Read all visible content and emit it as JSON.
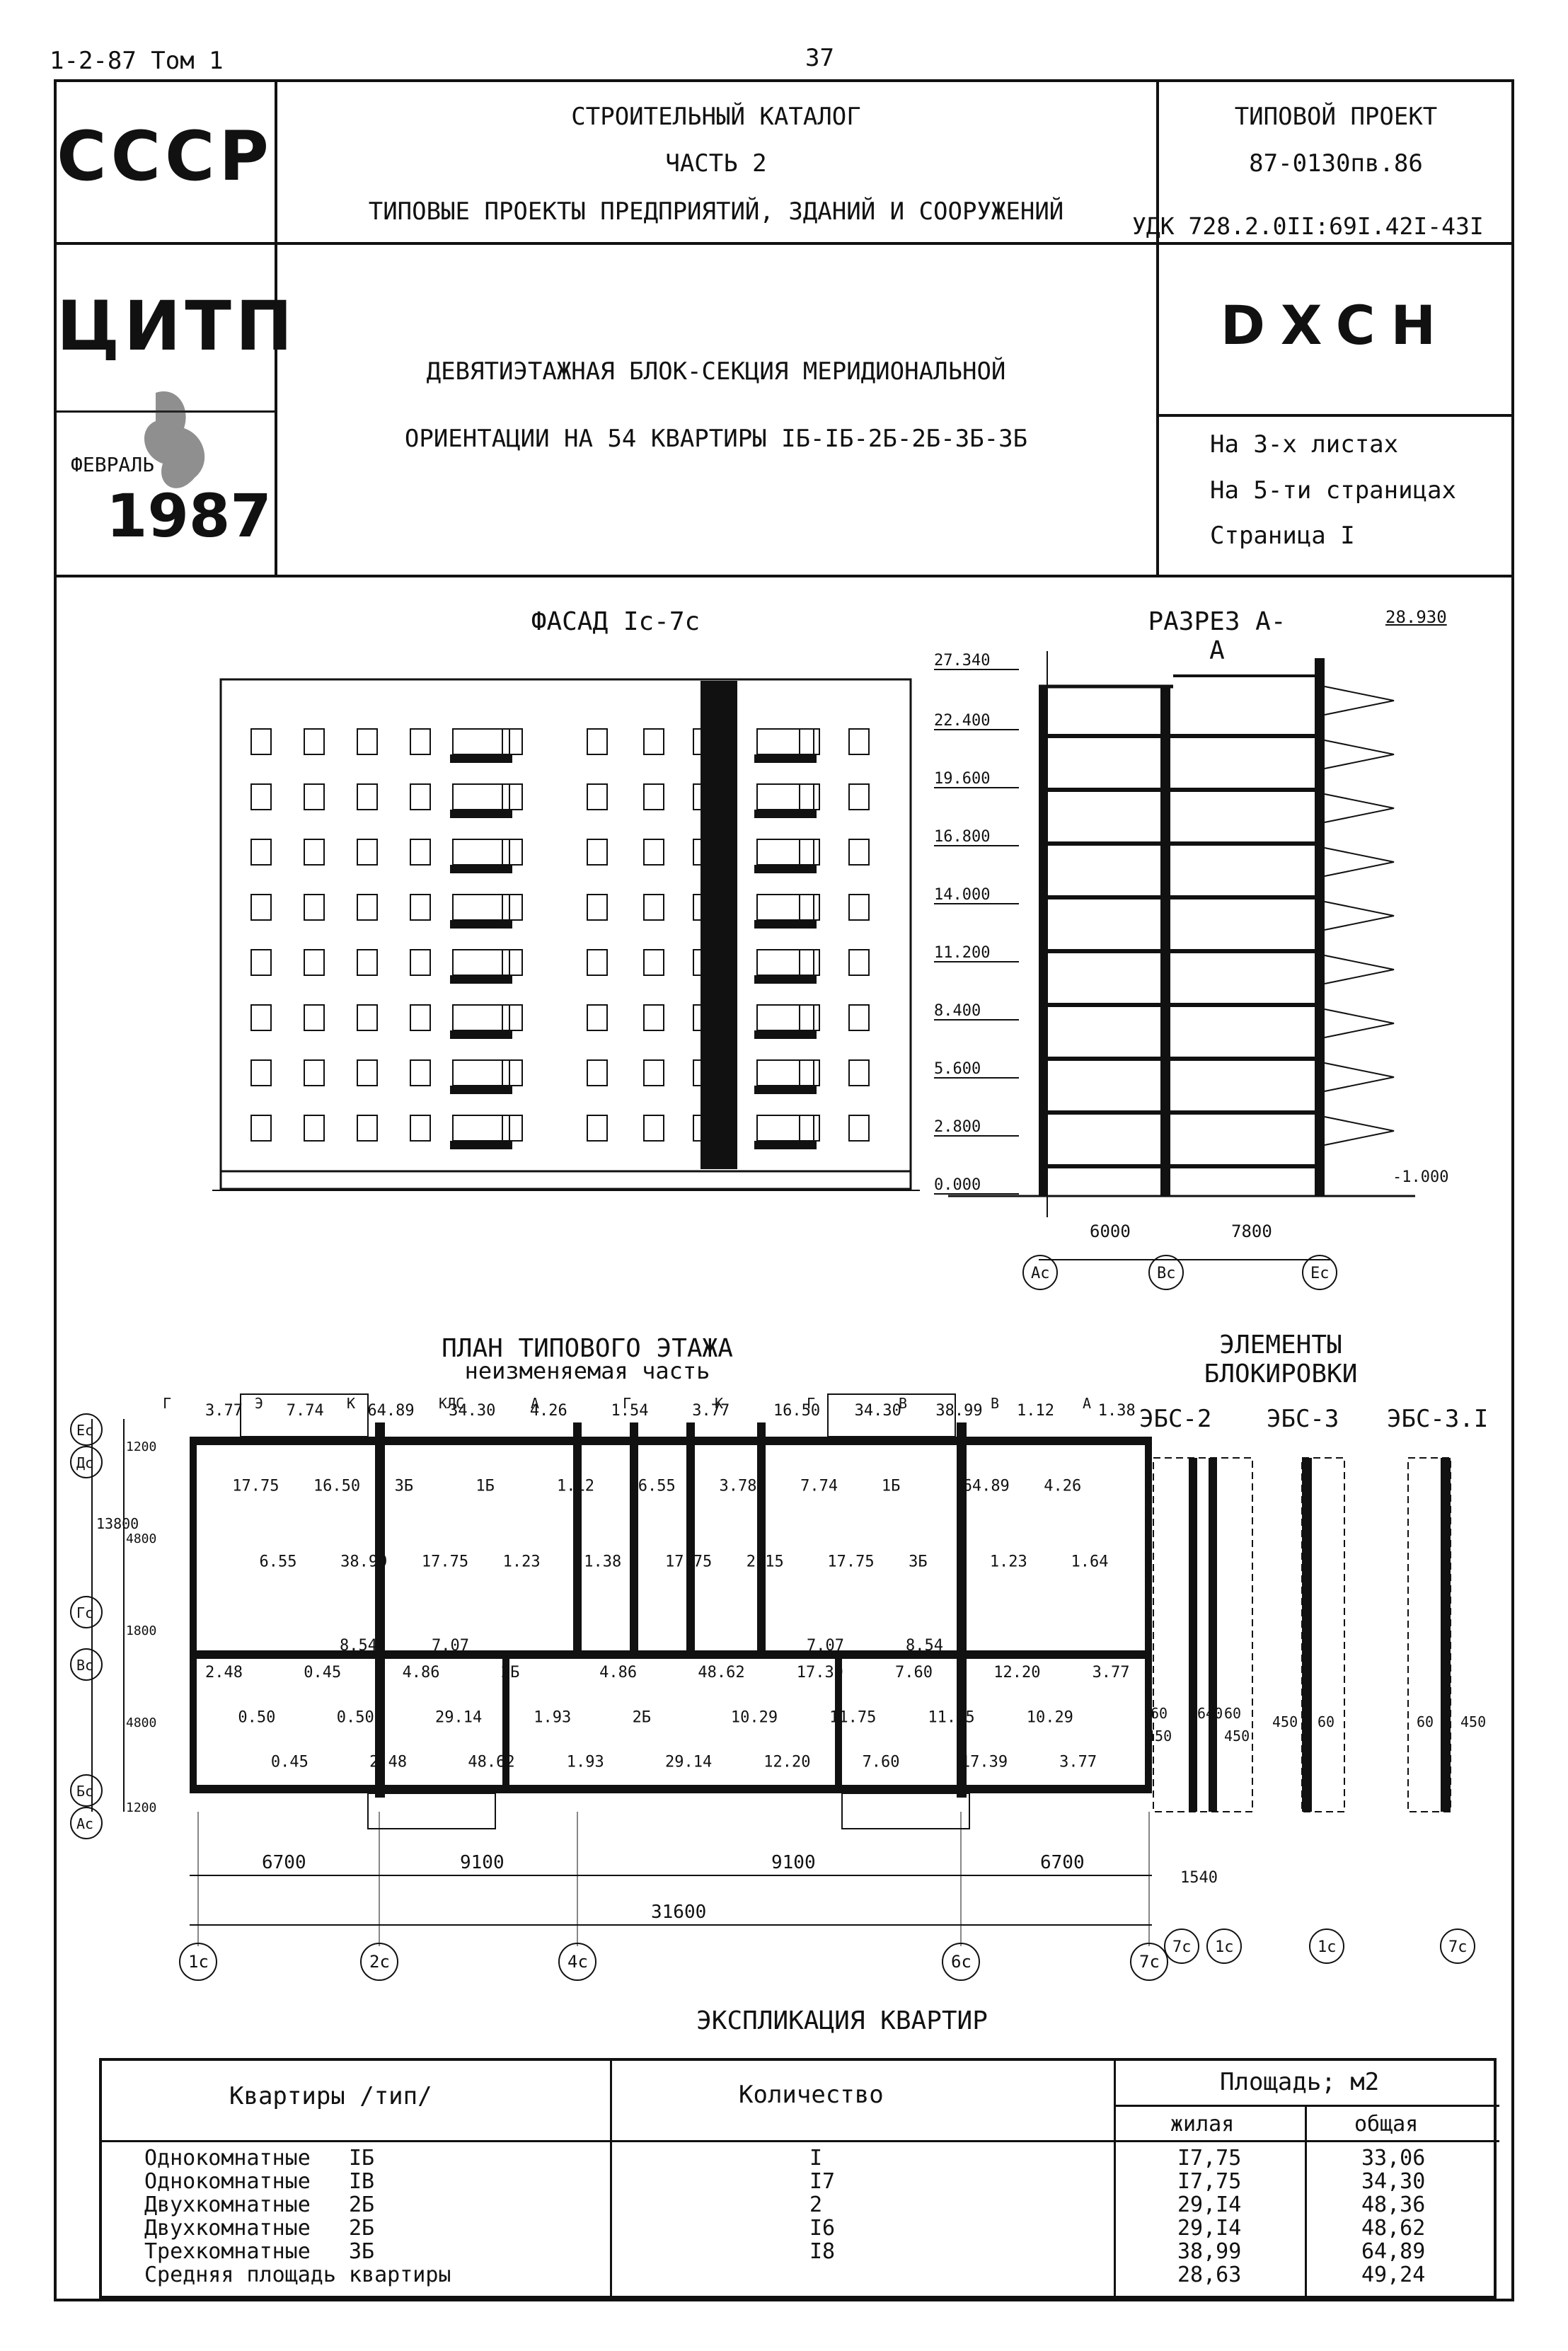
{
  "top": {
    "ref": "1-2-87 Том 1",
    "page": "37"
  },
  "header": {
    "left_top": "СССР",
    "left_middle": "ЦИТП",
    "month": "ФЕВРАЛЬ",
    "year": "1987",
    "catalog_lines": [
      "СТРОИТЕЛЬНЫЙ КАТАЛОГ",
      "ЧАСТЬ 2",
      "ТИПОВЫЕ ПРОЕКТЫ ПРЕДПРИЯТИЙ, ЗДАНИЙ И СООРУЖЕНИЙ"
    ],
    "project_lines": [
      "ТИПОВОЙ ПРОЕКТ",
      "87-0130пв.86"
    ],
    "udk": "УДК 728.2.0II:69I.42I-43I",
    "title_lines": [
      "ДЕВЯТИЭТАЖНАЯ БЛОК-СЕКЦИЯ МЕРИДИОНАЛЬНОЙ",
      "ОРИЕНТАЦИИ НА 54 КВАРТИРЫ IБ-IБ-2Б-2Б-3Б-3Б"
    ],
    "code": "DXCH",
    "sheet_info": [
      "На 3-х листах",
      "На 5-ти страницах",
      "Страница I"
    ]
  },
  "facade": {
    "title": "ФАСАД Iс-7с"
  },
  "section": {
    "title": "РАЗРЕЗ А-А",
    "top_mark": "28.930",
    "marks": [
      "27.340",
      "22.400",
      "19.600",
      "16.800",
      "14.000",
      "11.200",
      "8.400",
      "5.600",
      "2.800",
      "0.000"
    ],
    "bottom_mark": "-1.000",
    "spans": [
      "6000",
      "7800"
    ],
    "axes": [
      "Ас",
      "Вс",
      "Ес"
    ]
  },
  "plan": {
    "title": "ПЛАН ТИПОВОГО ЭТАЖА",
    "subtitle": "неизменяемая часть",
    "row_axes": [
      "Ес",
      "Дс",
      "Гс",
      "Вс",
      "Бс",
      "Ас"
    ],
    "row_dims": [
      "1200",
      "4800",
      "1800",
      "4800",
      "1200"
    ],
    "total_dim": "13800",
    "col_axes": [
      "1с",
      "2с",
      "4с",
      "6с",
      "7с"
    ],
    "col_dims": [
      "6700",
      "9100",
      "9100",
      "6700"
    ],
    "overall": "31600",
    "areas_upper": [
      "3.77",
      "17.75",
      "6.55",
      "7.74",
      "16.50",
      "38.99",
      "64.89",
      "3Б",
      "17.75",
      "34.30",
      "1Б",
      "1.23",
      "4.26",
      "1.12",
      "1.38",
      "1.54",
      "6.55",
      "17.75",
      "3.77",
      "3.78",
      "2.15",
      "16.50",
      "7.74",
      "17.75",
      "34.30",
      "1Б",
      "3Б",
      "38.99",
      "64.89",
      "1.23",
      "1.12",
      "4.26",
      "1.64",
      "1.38"
    ],
    "areas_mid": [
      "8.54",
      "7.07",
      "7.07",
      "8.54"
    ],
    "areas_lower": [
      "2.48",
      "0.50",
      "0.45",
      "0.45",
      "0.50",
      "2.48",
      "4.86",
      "29.14",
      "48.62",
      "2Б",
      "1.93",
      "1.93",
      "4.86",
      "2Б",
      "29.14",
      "48.62",
      "10.29",
      "12.20",
      "17.39",
      "11.75",
      "7.60",
      "7.60",
      "11.75",
      "17.39",
      "12.20",
      "10.29",
      "3.77",
      "3.77"
    ],
    "marks": [
      "Г",
      "Э",
      "К",
      "КЛС",
      "А",
      "Г",
      "К",
      "Г",
      "В",
      "В",
      "А"
    ]
  },
  "elements": {
    "title": "ЭЛЕМЕНТЫ БЛОКИРОВКИ",
    "items": [
      {
        "name": "ЭБС-2",
        "dims": [
          "60",
          "640",
          "60",
          "450",
          "450"
        ],
        "span": "1540",
        "axes": [
          "7с",
          "1с"
        ]
      },
      {
        "name": "ЭБС-3",
        "dims": [
          "450",
          "60"
        ],
        "axes": [
          "1с"
        ]
      },
      {
        "name": "ЭБС-3.I",
        "dims": [
          "60",
          "450"
        ],
        "axes": [
          "7с"
        ]
      }
    ]
  },
  "explication": {
    "title": "ЭКСПЛИКАЦИЯ КВАРТИР",
    "col_type": "Квартиры /тип/",
    "col_qty": "Количество",
    "col_area": "Площадь; м2",
    "col_living": "жилая",
    "col_total": "общая",
    "rows": [
      {
        "type": "Однокомнатные   IБ",
        "qty": "I",
        "living": "I7,75",
        "total": "33,06"
      },
      {
        "type": "Однокомнатные   IВ",
        "qty": "I7",
        "living": "I7,75",
        "total": "34,30"
      },
      {
        "type": "Двухкомнатные   2Б",
        "qty": "2",
        "living": "29,I4",
        "total": "48,36"
      },
      {
        "type": "Двухкомнатные   2Б",
        "qty": "I6",
        "living": "29,I4",
        "total": "48,62"
      },
      {
        "type": "Трехкомнатные   3Б",
        "qty": "I8",
        "living": "38,99",
        "total": "64,89"
      },
      {
        "type": "Средняя площадь квартиры",
        "qty": "",
        "living": "28,63",
        "total": "49,24"
      }
    ]
  },
  "colors": {
    "ink": "#111111",
    "paper": "#ffffff"
  }
}
